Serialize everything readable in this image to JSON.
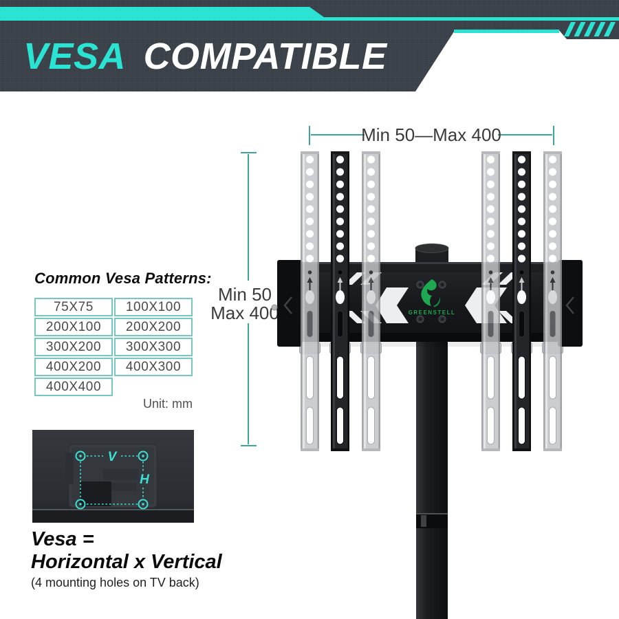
{
  "header": {
    "title_accent": "VESA",
    "title_rest": "COMPATIBLE",
    "accent_color": "#2BE3D3",
    "banner_color": "#3A4149"
  },
  "diagram": {
    "horizontal_dimension": "Min 50—Max 400",
    "vertical_dimension_line1": "Min 50",
    "vertical_dimension_line2": "Max 400",
    "brand": "GREENSTELL",
    "dimension_line_color": "#3BA79B",
    "brand_green": "#1DA851"
  },
  "patterns": {
    "title": "Common Vesa Patterns:",
    "unit": "Unit: mm",
    "border_color": "#74C8BF",
    "rows": [
      [
        "75X75",
        "100X100"
      ],
      [
        "200X100",
        "200X200"
      ],
      [
        "300X200",
        "300X300"
      ],
      [
        "400X200",
        "400X300"
      ],
      [
        "400X400",
        ""
      ]
    ]
  },
  "tv_back": {
    "v_label": "V",
    "h_label": "H",
    "accent_color": "#3CE0D3"
  },
  "footer": {
    "line1": "Vesa =",
    "line2": "Horizontal x Vertical",
    "line3": "(4 mounting holes on TV back)"
  }
}
